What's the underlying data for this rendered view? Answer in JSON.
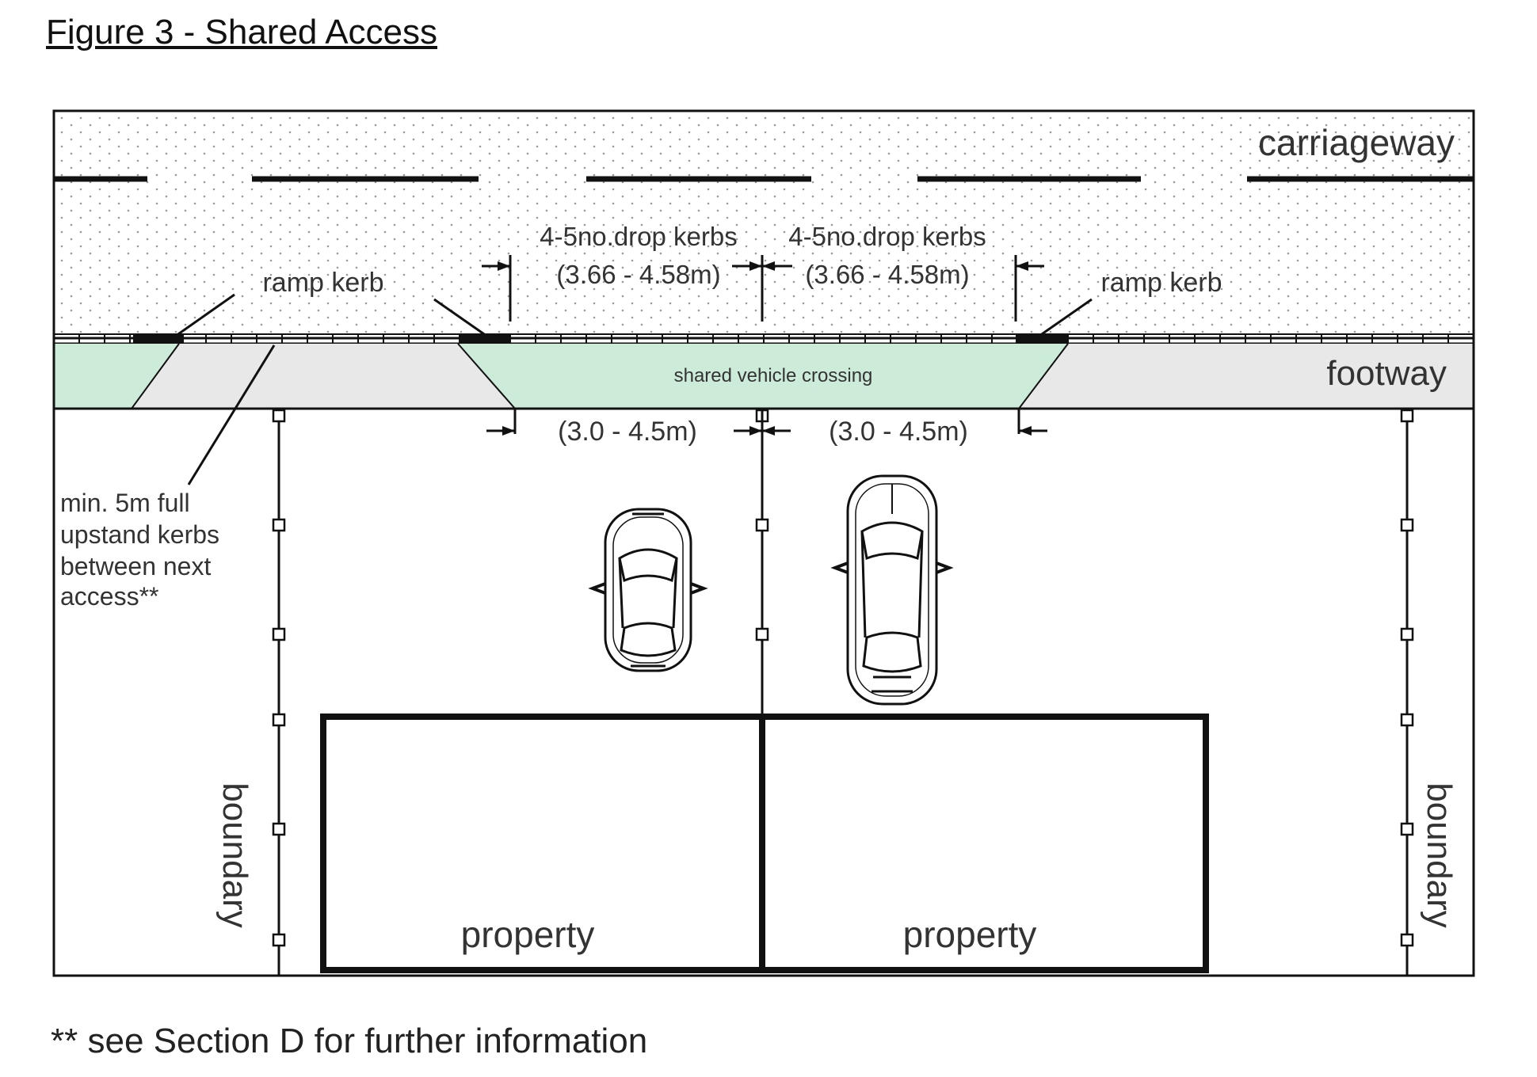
{
  "figure": {
    "title": "Figure 3 - Shared Access"
  },
  "labels": {
    "carriageway": "carriageway",
    "footway": "footway",
    "shared_crossing": "shared vehicle crossing",
    "ramp_kerb_left": "ramp kerb",
    "ramp_kerb_right": "ramp kerb",
    "drop_kerbs_left": {
      "line1": "4-5no.drop kerbs",
      "line2": "(3.66 - 4.58m)"
    },
    "drop_kerbs_right": {
      "line1": "4-5no.drop kerbs",
      "line2": "(3.66 - 4.58m)"
    },
    "width_left": "(3.0 - 4.5m)",
    "width_right": "(3.0 - 4.5m)",
    "upstand_note": [
      "min. 5m full",
      "upstand kerbs",
      "between next",
      "access**"
    ],
    "boundary_left": "boundary",
    "boundary_right": "boundary",
    "property_left": "property",
    "property_right": "property"
  },
  "footnote": "** see Section D for further information",
  "colors": {
    "crossing_fill": "#cdebd9",
    "footway_fill": "#e8e8e8",
    "line": "#111111"
  }
}
